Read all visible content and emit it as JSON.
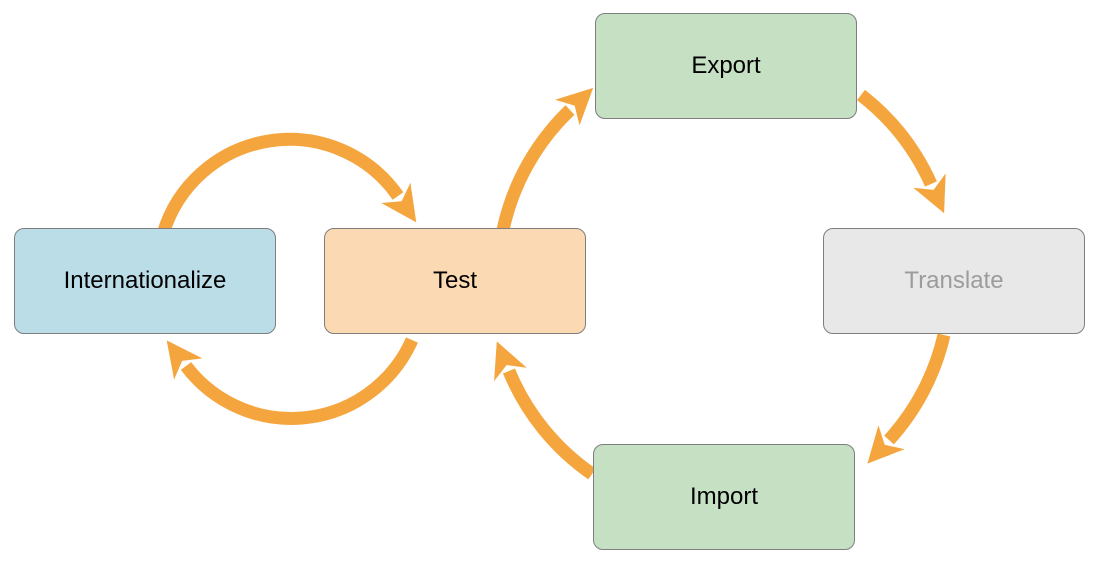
{
  "diagram": {
    "description": "Localization workflow cycle diagram",
    "nodes": [
      {
        "id": "internationalize",
        "label": "Internationalize",
        "fill": "#bbdde8",
        "text_color": "#000000"
      },
      {
        "id": "test",
        "label": "Test",
        "fill": "#fbd9b2",
        "text_color": "#000000"
      },
      {
        "id": "export",
        "label": "Export",
        "fill": "#c6e0c4",
        "text_color": "#000000"
      },
      {
        "id": "translate",
        "label": "Translate",
        "fill": "#e7e8e7",
        "text_color": "#9c9c9c"
      },
      {
        "id": "import",
        "label": "Import",
        "fill": "#c6e0c4",
        "text_color": "#000000"
      }
    ],
    "edges": [
      {
        "from": "Internationalize",
        "to": "Test"
      },
      {
        "from": "Test",
        "to": "Internationalize"
      },
      {
        "from": "Test",
        "to": "Export"
      },
      {
        "from": "Export",
        "to": "Translate"
      },
      {
        "from": "Translate",
        "to": "Import"
      },
      {
        "from": "Import",
        "to": "Test"
      }
    ],
    "colors": {
      "arrow": "#f5a53e",
      "node_border": "#7e7e7e",
      "background": "#ffffff"
    }
  }
}
